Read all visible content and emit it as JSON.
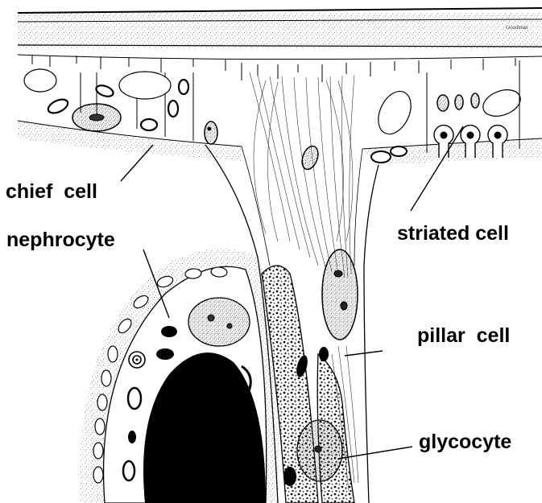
{
  "labels": {
    "chief_cell": "chief  cell",
    "nephrocyte": "nephrocyte",
    "striated_cell": "striated cell",
    "pillar_cell": "pillar  cell",
    "glycocyte": "glycocyte"
  },
  "signature": "Goodman",
  "colors": {
    "ink": "#000000",
    "paper": "#ffffff",
    "stipple": "#6e6e6e"
  }
}
